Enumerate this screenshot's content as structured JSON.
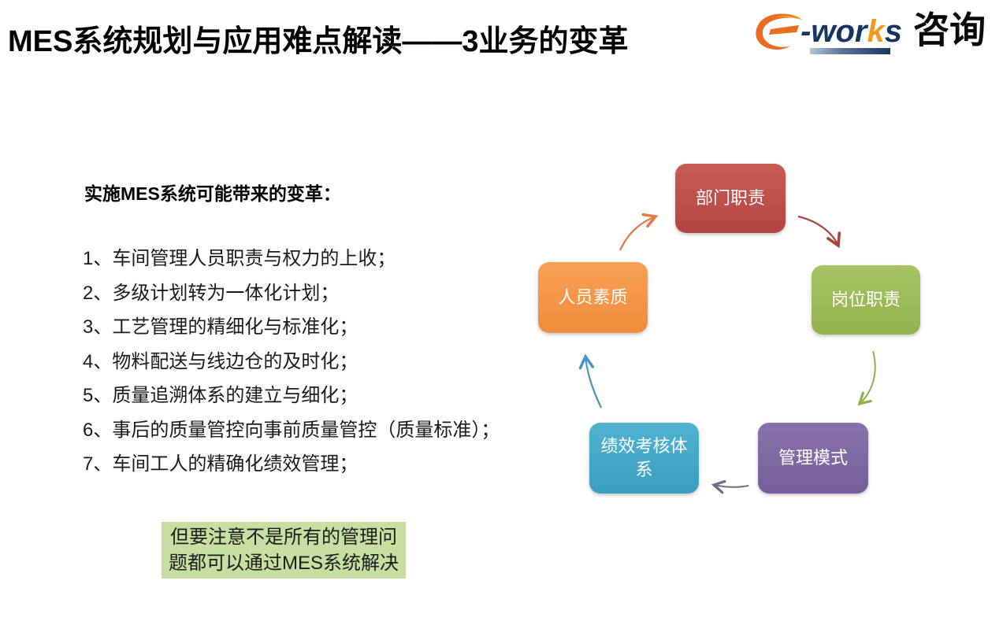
{
  "slide": {
    "title": "MES系统规划与应用难点解读——3业务的变革"
  },
  "logo": {
    "wor": "-wor",
    "k": "k",
    "s": "s",
    "suffix": "咨询",
    "colors": {
      "navy": "#17365d",
      "orange": "#f29a1d"
    }
  },
  "content": {
    "heading": "实施MES系统可能带来的变革：",
    "items": [
      "1、车间管理人员职责与权力的上收；",
      "2、多级计划转为一体化计划；",
      "3、工艺管理的精细化与标准化；",
      "4、物料配送与线边仓的及时化；",
      "5、质量追溯体系的建立与细化；",
      "6、事后的质量管控向事前质量管控（质量标准）；",
      "7、车间工人的精确化绩效管理；"
    ],
    "note": "但要注意不是所有的管理问题都可以通过MES系统解决",
    "note_bg": "#c6dfa0"
  },
  "diagram": {
    "nodes": [
      {
        "id": "department-responsibilities",
        "label": "部门职责",
        "color": "#bf4c4a"
      },
      {
        "id": "position-responsibilities",
        "label": "岗位职责",
        "color": "#9cbb58"
      },
      {
        "id": "management-mode",
        "label": "管理模式",
        "color": "#7e66a2"
      },
      {
        "id": "performance-appraisal-system",
        "label": "绩效考核体系",
        "color": "#41a9c9"
      },
      {
        "id": "personnel-quality",
        "label": "人员素质",
        "color": "#f79646"
      }
    ],
    "arrows": [
      {
        "from": "人员素质",
        "to": "部门职责",
        "color": "#e07b43"
      },
      {
        "from": "部门职责",
        "to": "岗位职责",
        "color": "#ad403d"
      },
      {
        "from": "岗位职责",
        "to": "管理模式",
        "color": "#8cb14c"
      },
      {
        "from": "管理模式",
        "to": "绩效考核体系",
        "color": "#6f6d85"
      },
      {
        "from": "绩效考核体系",
        "to": "人员素质",
        "color": "#4c93c3"
      }
    ]
  }
}
